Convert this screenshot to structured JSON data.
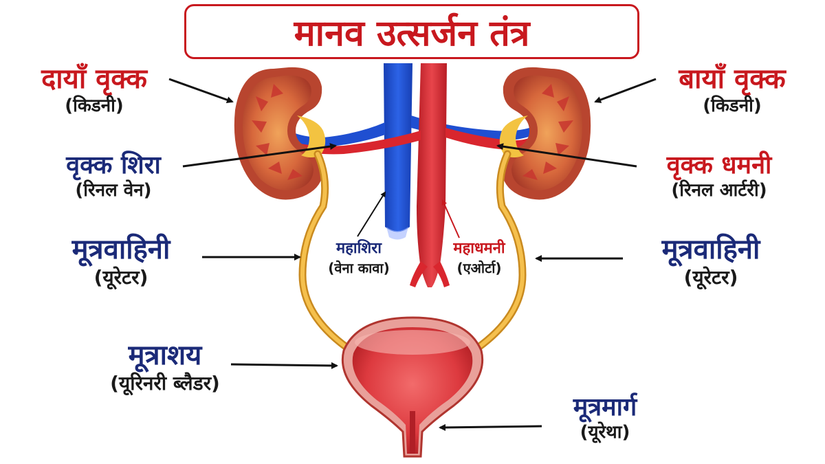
{
  "title": "मानव उत्सर्जन तंत्र",
  "labels": {
    "right_kidney": {
      "name": "दायाँ वृक्क",
      "sub": "(किडनी)"
    },
    "left_kidney": {
      "name": "बायाँ वृक्क",
      "sub": "(किडनी)"
    },
    "renal_vein": {
      "name": "वृक्क शिरा",
      "sub": "(रिनल वेन)"
    },
    "renal_artery": {
      "name": "वृक्क धमनी",
      "sub": "(रिनल आर्टरी)"
    },
    "ureter_left": {
      "name": "मूत्रवाहिनी",
      "sub": "(यूरेटर)"
    },
    "ureter_right": {
      "name": "मूत्रवाहिनी",
      "sub": "(यूरेटर)"
    },
    "vena_cava": {
      "name": "महाशिरा",
      "sub": "(वेना कावा)"
    },
    "aorta": {
      "name": "महाधमनी",
      "sub": "(एओर्टा)"
    },
    "bladder": {
      "name": "मूत्राशय",
      "sub": "(यूरिनरी ब्लैडर)"
    },
    "urethra": {
      "name": "मूत्रमार्ग",
      "sub": "(यूरेथा)"
    }
  },
  "colors": {
    "title_red": "#c8181e",
    "label_navy": "#1b2a78",
    "vein_blue": "#1f4fd1",
    "artery_red": "#d9262e",
    "ureter_yellow": "#f0b43a",
    "kidney_brown": "#b8452f",
    "bladder_red": "#dd3a3f"
  }
}
